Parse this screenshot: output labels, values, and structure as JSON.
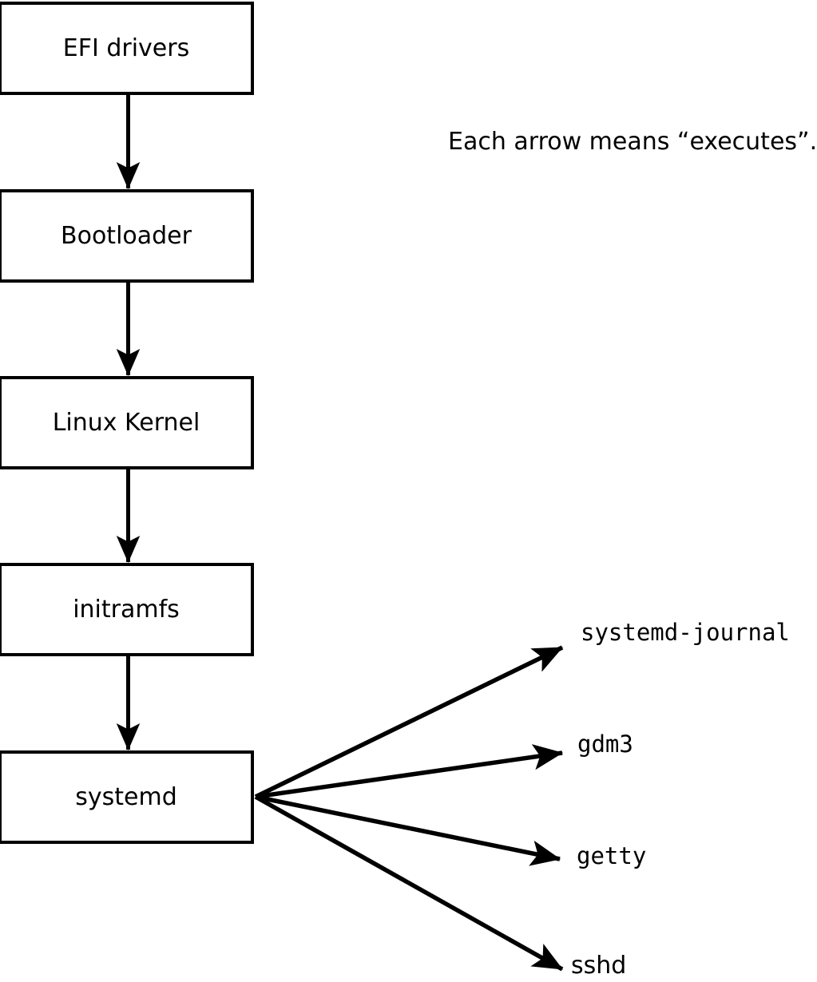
{
  "diagram": {
    "title_note": "Each arrow means “executes”.",
    "arrow_meaning": "executes",
    "boot_chain": [
      {
        "label": "EFI drivers"
      },
      {
        "label": "Bootloader"
      },
      {
        "label": "Linux Kernel"
      },
      {
        "label": "initramfs"
      },
      {
        "label": "systemd"
      }
    ],
    "spawned_services": [
      {
        "label": "systemd-journal"
      },
      {
        "label": "gdm3"
      },
      {
        "label": "getty"
      },
      {
        "label": "sshd"
      }
    ],
    "colors": {
      "background": "#ffffff",
      "box_fill": "#ffffff",
      "line": "#000000",
      "text": "#000000"
    }
  }
}
